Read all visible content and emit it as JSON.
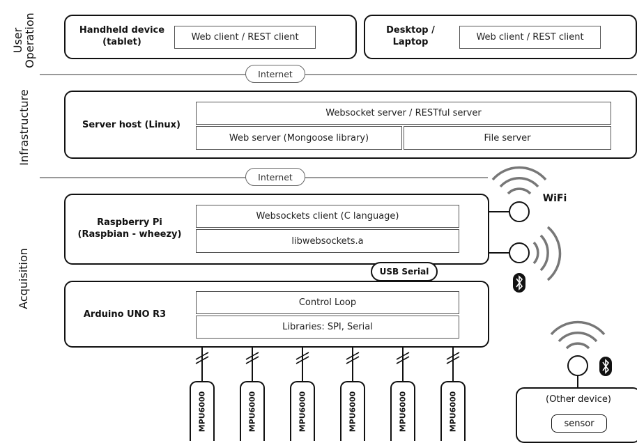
{
  "sections": {
    "user_operation": "User\nOperation",
    "infrastructure": "Infrastructure",
    "acquisition": "Acquisition"
  },
  "user_operation": {
    "handheld_label": "Handheld device\n(tablet)",
    "handheld_client": "Web client / REST client",
    "desktop_label": "Desktop /\nLaptop",
    "desktop_client": "Web client / REST client"
  },
  "internet_top": "Internet",
  "infrastructure": {
    "server_label": "Server host (Linux)",
    "websocket_server": "Websocket server / RESTful server",
    "web_server": "Web server (Mongoose library)",
    "file_server": "File server"
  },
  "internet_bottom": "Internet",
  "acquisition": {
    "rpi_label": "Raspberry Pi\n(Raspbian - wheezy)",
    "ws_client": "Websockets client (C language)",
    "libws": "libwebsockets.a",
    "usb_serial": "USB Serial",
    "arduino_label": "Arduino UNO R3",
    "control_loop": "Control Loop",
    "libraries": "Libraries: SPI, Serial",
    "wifi": "WiFi",
    "other_device": "(Other device)",
    "sensor": "sensor"
  },
  "sensors": [
    "MPU6000",
    "MPU6000",
    "MPU6000",
    "MPU6000",
    "MPU6000",
    "MPU6000"
  ]
}
